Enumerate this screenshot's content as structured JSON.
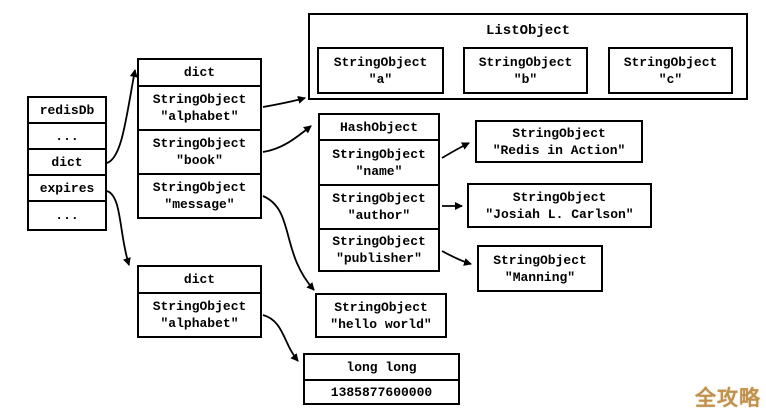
{
  "watermark": {
    "text": "全攻略",
    "color": "#c0914d"
  },
  "colors": {
    "stroke": "#000000",
    "background": "#ffffff"
  },
  "redisdb_table": {
    "rows": [
      "redisDb",
      "...",
      "dict",
      "expires",
      "..."
    ]
  },
  "dict_table_1": {
    "header": "dict",
    "entries": [
      {
        "line1": "StringObject",
        "line2": "\"alphabet\""
      },
      {
        "line1": "StringObject",
        "line2": "\"book\""
      },
      {
        "line1": "StringObject",
        "line2": "\"message\""
      }
    ]
  },
  "dict_table_2": {
    "header": "dict",
    "entries": [
      {
        "line1": "StringObject",
        "line2": "\"alphabet\""
      }
    ]
  },
  "list_object": {
    "title": "ListObject",
    "items": [
      {
        "line1": "StringObject",
        "line2": "\"a\""
      },
      {
        "line1": "StringObject",
        "line2": "\"b\""
      },
      {
        "line1": "StringObject",
        "line2": "\"c\""
      }
    ]
  },
  "hash_object": {
    "header": "HashObject",
    "entries": [
      {
        "line1": "StringObject",
        "line2": "\"name\""
      },
      {
        "line1": "StringObject",
        "line2": "\"author\""
      },
      {
        "line1": "StringObject",
        "line2": "\"publisher\""
      }
    ]
  },
  "value_boxes": {
    "redis_in_action": {
      "line1": "StringObject",
      "line2": "\"Redis in Action\""
    },
    "josiah": {
      "line1": "StringObject",
      "line2": "\"Josiah L. Carlson\""
    },
    "manning": {
      "line1": "StringObject",
      "line2": "\"Manning\""
    },
    "hello_world": {
      "line1": "StringObject",
      "line2": "\"hello world\""
    },
    "long_long": {
      "header": "long long",
      "value": "1385877600000"
    }
  }
}
